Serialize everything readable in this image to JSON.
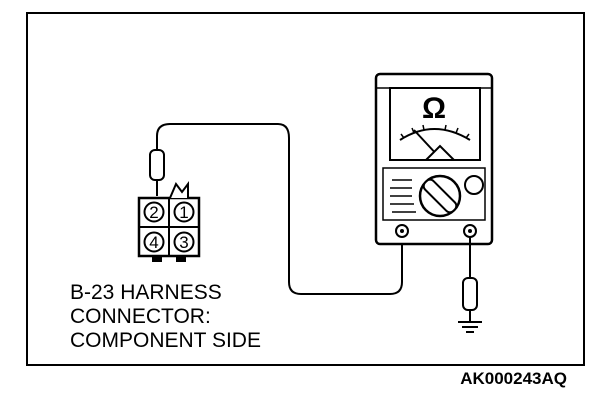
{
  "connector": {
    "label_lines": [
      "B-23 HARNESS",
      "CONNECTOR:",
      "COMPONENT SIDE"
    ],
    "pins": [
      "2",
      "1",
      "4",
      "3"
    ]
  },
  "meter": {
    "symbol": "Ω",
    "icon": "ohmmeter-icon"
  },
  "ground_icon": "ground-icon",
  "figure_code": "AK000243AQ"
}
